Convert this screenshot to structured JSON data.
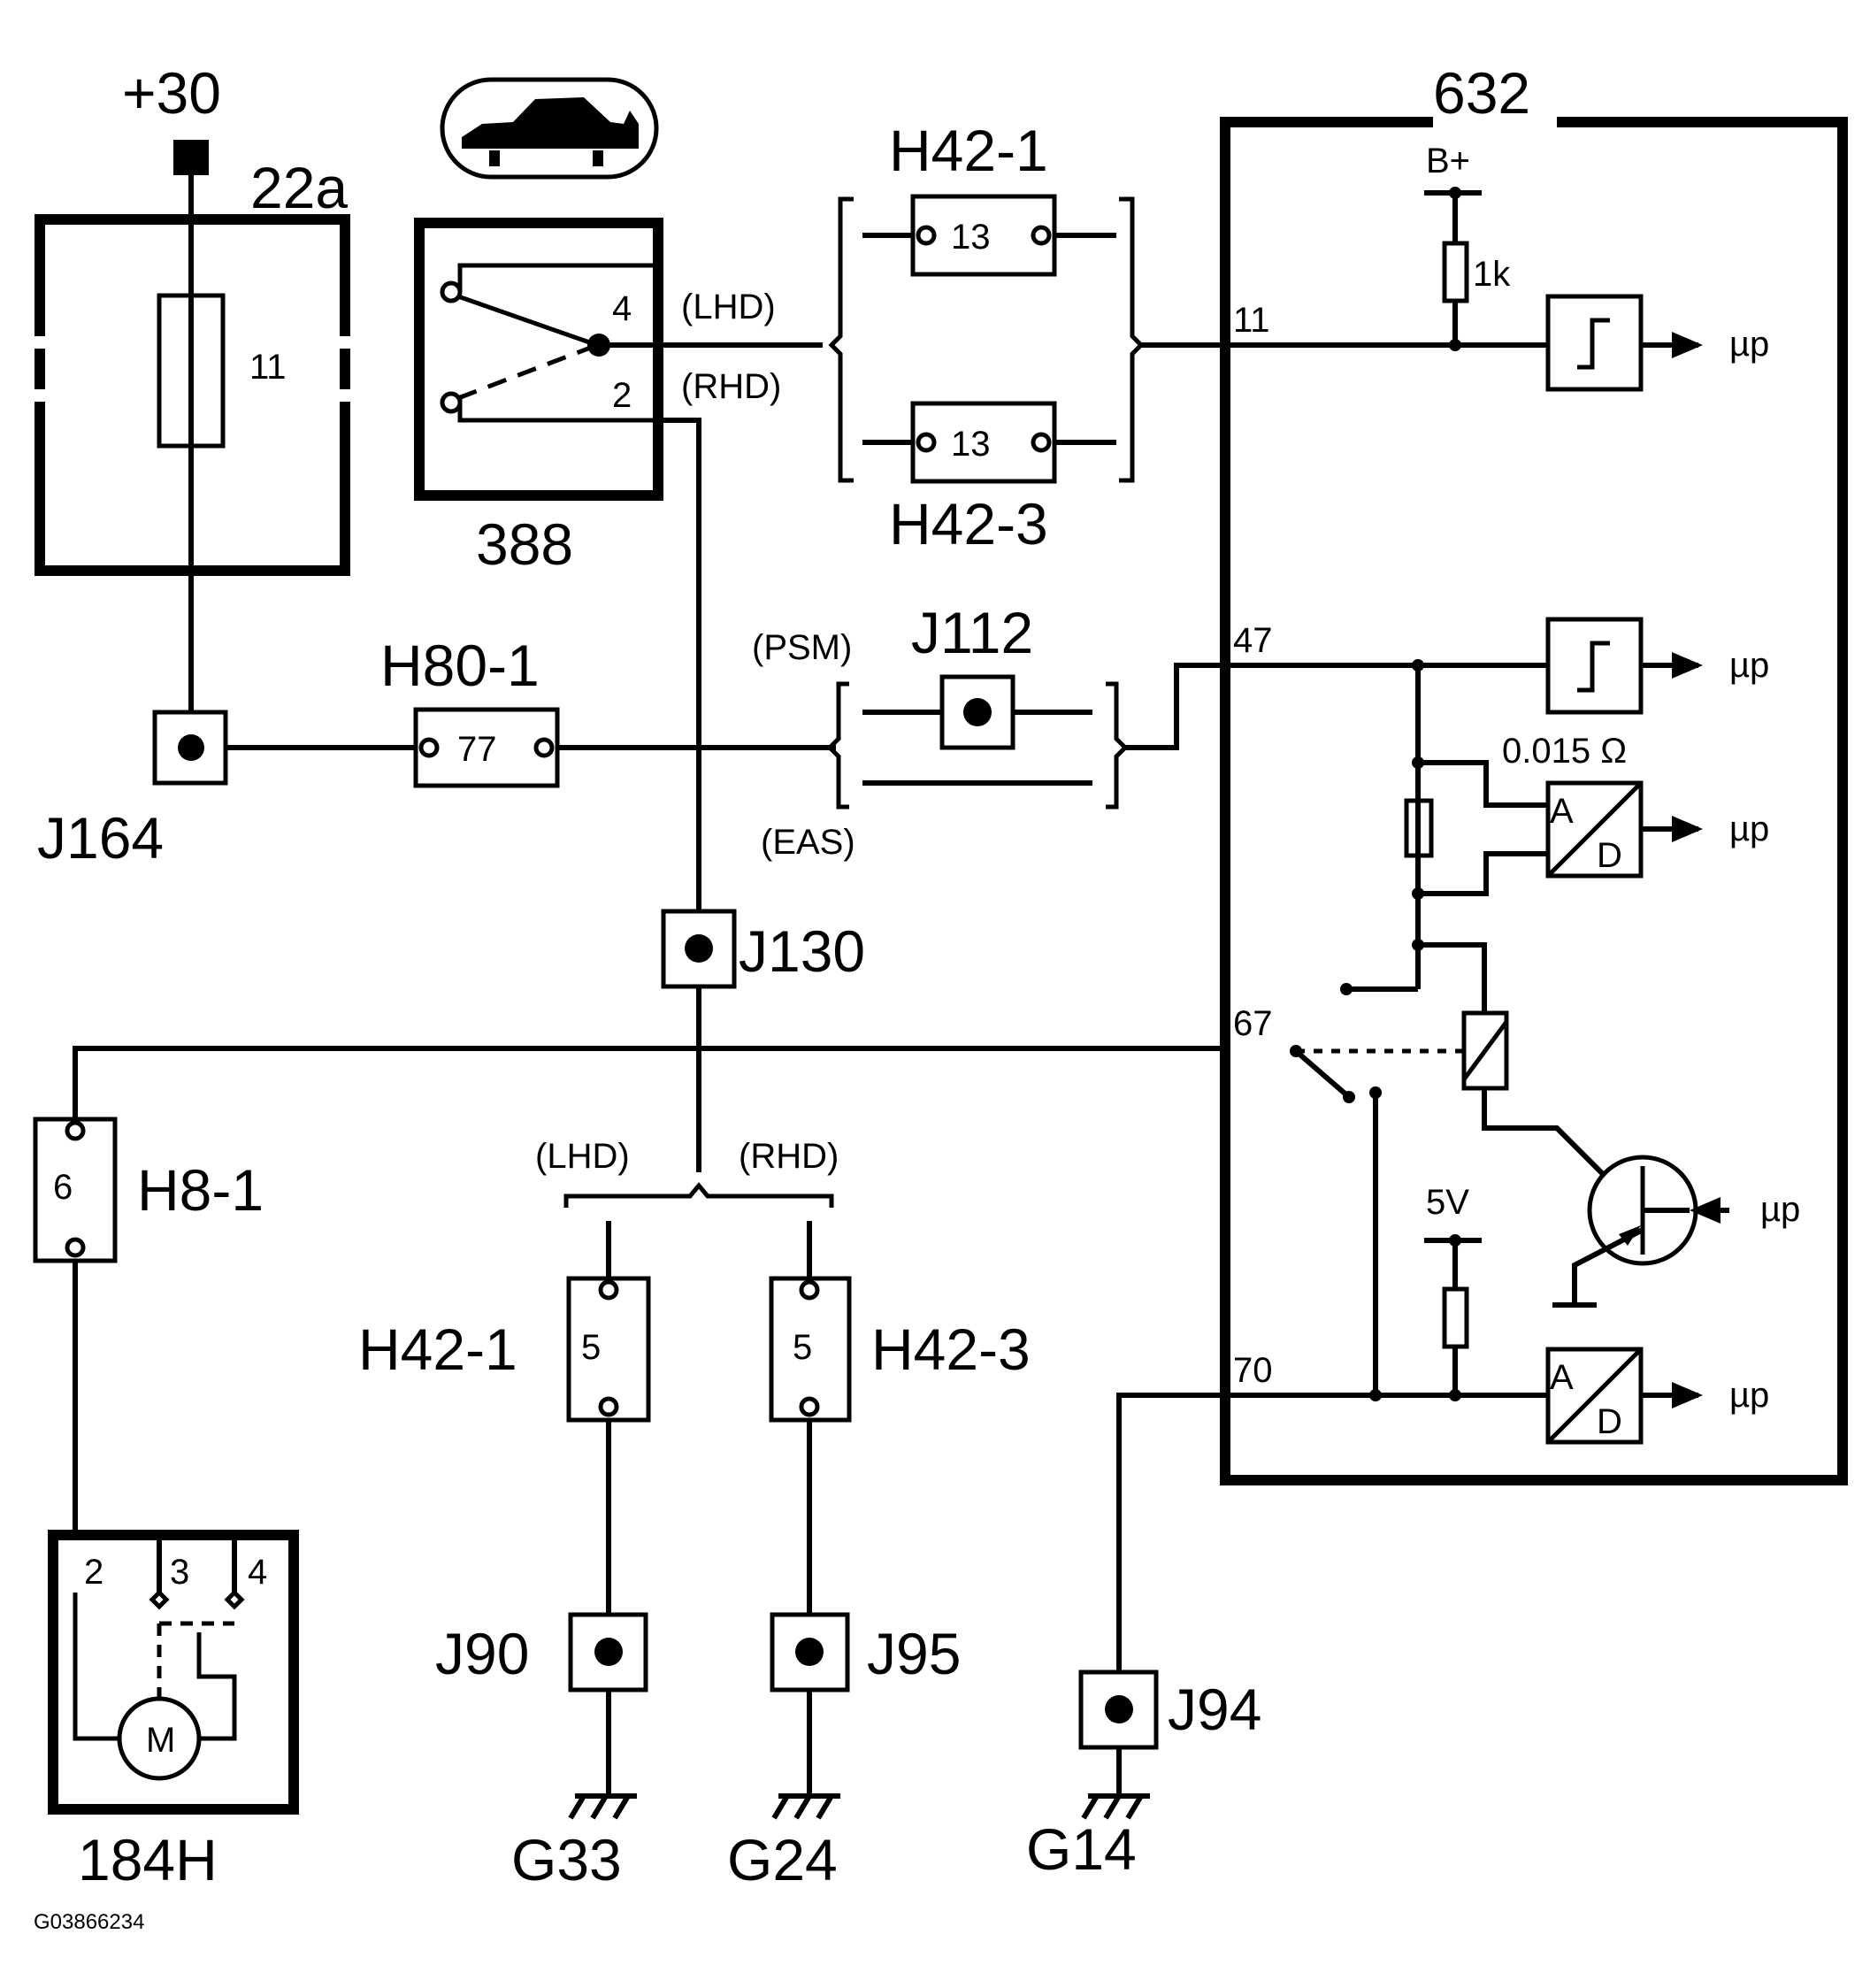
{
  "diagram_id": "G03866234",
  "components": {
    "fusebox_22a": {
      "label": "22a",
      "supply": "+30",
      "fuse_number": "11"
    },
    "switch_388": {
      "label": "388",
      "pin_a": "4",
      "pin_b": "2",
      "lhd": "(LHD)",
      "rhd": "(RHD)"
    },
    "h42_1_top": {
      "label": "H42-1",
      "pin": "13"
    },
    "h42_3_top": {
      "label": "H42-3",
      "pin": "13"
    },
    "h80_1": {
      "label": "H80-1",
      "pin": "77"
    },
    "j164": {
      "label": "J164"
    },
    "j112": {
      "label": "J112",
      "psm": "(PSM)",
      "eas": "(EAS)"
    },
    "j130": {
      "label": "J130"
    },
    "h8_1": {
      "label": "H8-1",
      "pin": "6"
    },
    "motor_184h": {
      "label": "184H",
      "pin_a": "2",
      "pin_b": "3",
      "pin_c": "4",
      "motor": "M"
    },
    "lower_split": {
      "lhd": "(LHD)",
      "rhd": "(RHD)"
    },
    "h42_1_bottom": {
      "label": "H42-1",
      "pin": "5"
    },
    "h42_3_bottom": {
      "label": "H42-3",
      "pin": "5"
    },
    "j90": {
      "label": "J90"
    },
    "j95": {
      "label": "J95"
    },
    "j94": {
      "label": "J94"
    },
    "g33": {
      "label": "G33"
    },
    "g24": {
      "label": "G24"
    },
    "g14": {
      "label": "G14"
    },
    "ecu_632": {
      "label": "632",
      "supply_bplus": "B+",
      "resistor_1k": "1k",
      "shunt": "0.015 Ω",
      "supply_5v": "5V",
      "pin_11": "11",
      "pin_47": "47",
      "pin_67": "67",
      "pin_70": "70",
      "ad_a": "A",
      "ad_d": "D",
      "micro": "µp"
    }
  }
}
